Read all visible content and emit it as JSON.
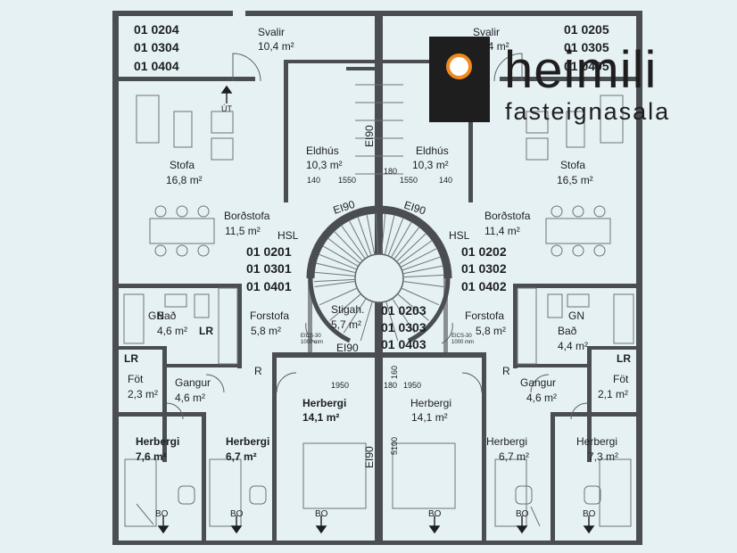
{
  "units": {
    "top_left": [
      "01 0204",
      "01 0304",
      "01 0404"
    ],
    "top_right": [
      "01 0205",
      "01 0305",
      "01 0405"
    ],
    "mid_left": [
      "01 0201",
      "01 0301",
      "01 0401"
    ],
    "mid_right": [
      "01 0202",
      "01 0302",
      "01 0402"
    ],
    "stair": [
      "01 0203",
      "01 0303",
      "01 0403"
    ]
  },
  "rooms": {
    "svalir_left": {
      "name": "Svalir",
      "area": "10,4 m²"
    },
    "svalir_right": {
      "name": "Svalir",
      "area": "10,4 m²"
    },
    "stofa_left": {
      "name": "Stofa",
      "area": "16,8 m²"
    },
    "stofa_right": {
      "name": "Stofa",
      "area": "16,5 m²"
    },
    "eldhus_left": {
      "name": "Eldhús",
      "area": "10,3 m²"
    },
    "eldhus_right": {
      "name": "Eldhús",
      "area": "10,3 m²"
    },
    "bordstofa_left": {
      "name": "Borðstofa",
      "area": "11,5 m²"
    },
    "bordstofa_right": {
      "name": "Borðstofa",
      "area": "11,4 m²"
    },
    "bad_left": {
      "name": "Bað",
      "area": "4,6 m²"
    },
    "bad_right": {
      "name": "Bað",
      "area": "4,4 m²"
    },
    "forstofa_left": {
      "name": "Forstofa",
      "area": "5,8 m²"
    },
    "forstofa_right": {
      "name": "Forstofa",
      "area": "5,8 m²"
    },
    "stigah": {
      "name": "Stigah.",
      "area": "5,7 m²"
    },
    "fot_left": {
      "name": "Föt",
      "area": "2,3 m²"
    },
    "fot_right": {
      "name": "Föt",
      "area": "2,1 m²"
    },
    "gangur_left": {
      "name": "Gangur",
      "area": "4,6 m²"
    },
    "gangur_right": {
      "name": "Gangur",
      "area": "4,6 m²"
    },
    "herbergi_center_left": {
      "name": "Herbergi",
      "area": "14,1 m²"
    },
    "herbergi_center_right": {
      "name": "Herbergi",
      "area": "14,1 m²"
    },
    "herbergi_far_left": {
      "name": "Herbergi",
      "area": "7,6 m²"
    },
    "herbergi_mid_left": {
      "name": "Herbergi",
      "area": "6,7 m²"
    },
    "herbergi_mid_right": {
      "name": "Herbergi",
      "area": "6,7 m²"
    },
    "herbergi_far_right": {
      "name": "Herbergi",
      "area": "7,3 m²"
    }
  },
  "marks": {
    "hsl": "HSL",
    "lr": "LR",
    "gn": "GN",
    "r": "R",
    "bo": "BO",
    "ut": "ÚT",
    "ei90": "EI90",
    "eics": "EICS-30",
    "eics_size": "1000 mm"
  },
  "dimensions": {
    "d140": "140",
    "d1550": "1550",
    "d180": "180",
    "d1950": "1950",
    "d160": "160",
    "d5100": "5100"
  },
  "logo": {
    "name": "heimili",
    "subtitle": "fasteignasala",
    "colors": {
      "box": "#1f1e1f",
      "ring": "#f08a1c"
    }
  }
}
